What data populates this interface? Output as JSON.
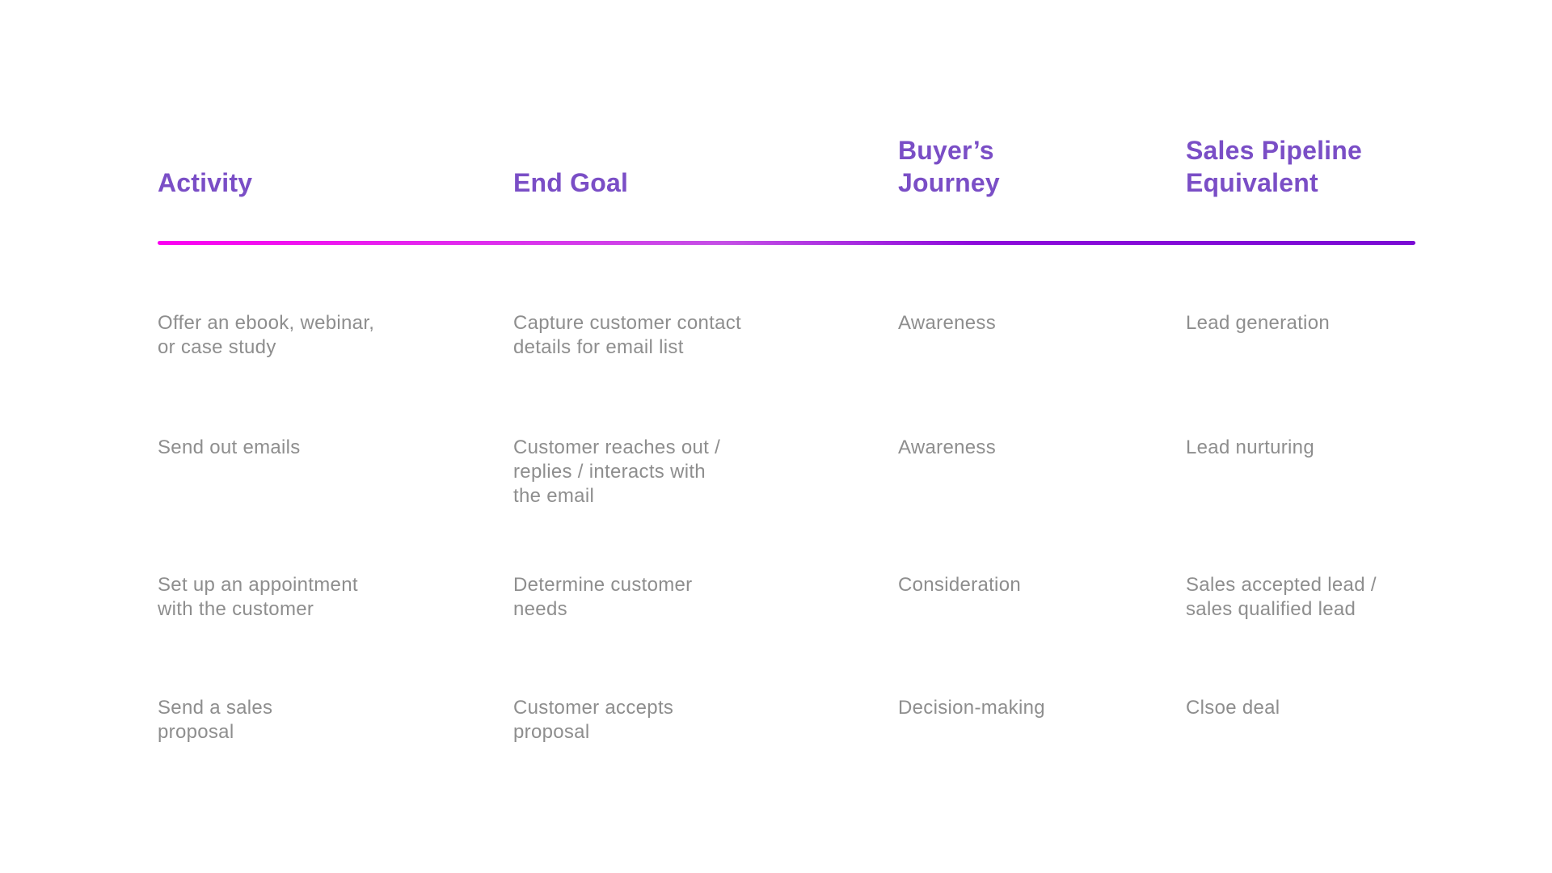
{
  "page": {
    "background": "#FFFFFF"
  },
  "colors": {
    "header_text": "#7A4EC6",
    "body_text": "#8E8E8E",
    "divider_gradient_start": "#FB00F1",
    "divider_gradient_mid": "#C44FE5",
    "divider_gradient_end": "#7A0AD4"
  },
  "table": {
    "columns": [
      {
        "id": "activity",
        "label": "Activity"
      },
      {
        "id": "end-goal",
        "label": "End Goal"
      },
      {
        "id": "buyers-journey",
        "label": "Buyer’s\nJourney"
      },
      {
        "id": "sales-pipeline-equivalent",
        "label": "Sales Pipeline\nEquivalent"
      }
    ],
    "rows": [
      {
        "activity": "Offer an ebook, webinar,\nor case study",
        "end_goal": "Capture customer contact\ndetails for email list",
        "buyers_journey": "Awareness",
        "sales_pipeline_equivalent": "Lead generation"
      },
      {
        "activity": "Send out emails",
        "end_goal": "Customer reaches out /\nreplies / interacts with\nthe email",
        "buyers_journey": "Awareness",
        "sales_pipeline_equivalent": "Lead nurturing"
      },
      {
        "activity": "Set up an appointment\nwith the customer",
        "end_goal": "Determine customer\nneeds",
        "buyers_journey": "Consideration",
        "sales_pipeline_equivalent": "Sales accepted lead /\nsales qualified lead"
      },
      {
        "activity": "Send a sales\nproposal",
        "end_goal": "Customer accepts\nproposal",
        "buyers_journey": "Decision-making",
        "sales_pipeline_equivalent": "Clsoe deal"
      }
    ]
  }
}
